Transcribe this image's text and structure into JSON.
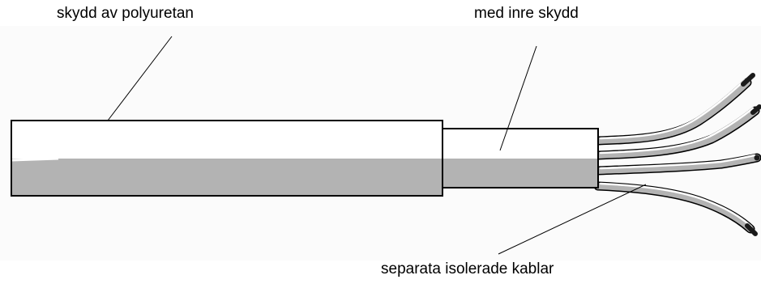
{
  "labels": {
    "outer_sheath": "skydd av polyuretan",
    "inner_shield": "med inre skydd",
    "wires": "separata isolerade kablar"
  },
  "colors": {
    "background": "#ffffff",
    "outline": "#000000",
    "shade": "#b3b3b3",
    "wire_tip": "#1a1a1a"
  }
}
